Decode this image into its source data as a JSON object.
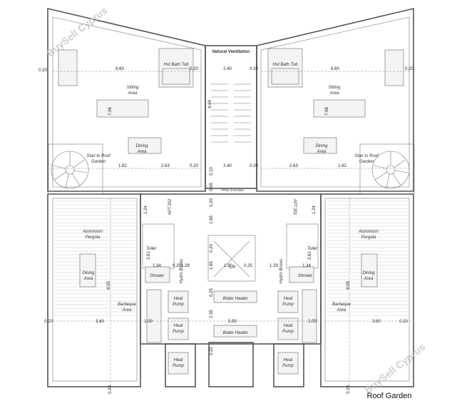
{
  "title": "Roof Garden",
  "watermarks": [
    "BuySell Cyprus",
    "BuySell Cyprus"
  ],
  "rooms": {
    "natural_ventilation": "Natural Ventilation",
    "hot_bath_tub_left": "Hot Bath Tub",
    "hot_bath_tub_right": "Hot Bath Tub",
    "sitting_left": [
      "Sitting",
      "Area"
    ],
    "sitting_right": [
      "Sitting",
      "Area"
    ],
    "dining_left": [
      "Dining",
      "Area"
    ],
    "dining_right": [
      "Dining",
      "Area"
    ],
    "stair_roof_left": [
      "Stair to Roof",
      "Garden"
    ],
    "stair_roof_right": [
      "Stair to Roof",
      "Garden"
    ],
    "pergola_left": [
      "Aluminium",
      "Pergola"
    ],
    "pergola_right": [
      "Aluminium",
      "Pergola"
    ],
    "dining2_left": [
      "Dining",
      "Area"
    ],
    "dining2_right": [
      "Dining",
      "Area"
    ],
    "bbq_left": [
      "Barbeque",
      "Area"
    ],
    "bbq_right": [
      "Barbeque",
      "Area"
    ],
    "toilet_left": "Toilet",
    "toilet_right": "Toilet",
    "shower_left": "Shower",
    "shower_right": "Shower",
    "lift": "Lift",
    "water_heater_1": "Water Heater",
    "water_heater_2": "Water Heater",
    "hydro_boxes_left": "Hydro Boxes",
    "hydro_boxes_right": "Hydro Boxes",
    "heat_pump": [
      "Heat",
      "Pump"
    ],
    "frsc_exit_door": "FRSC Exit Door",
    "apt_left": "APT.302",
    "apt_right": "APT.301"
  },
  "dims": {
    "d020": "0.20",
    "d660": "6.60",
    "d240": "2.40",
    "d706": "7.06",
    "d484": "4.84",
    "d182": "1.82",
    "d263": "2.63",
    "d010": "0.10",
    "d065": "0.65",
    "d124": "1.24",
    "d165": "1.65",
    "d261": "2.61",
    "d134": "1.34",
    "d025": "0.25",
    "d129": "1.29",
    "d190": "1.90",
    "d805": "8.05",
    "d360": "3.60",
    "d100": "1.00",
    "d590": "5.90",
    "d235": "2.35"
  },
  "colors": {
    "wall": "#555555",
    "background": "#ffffff",
    "watermark": "#bfbfbf"
  }
}
